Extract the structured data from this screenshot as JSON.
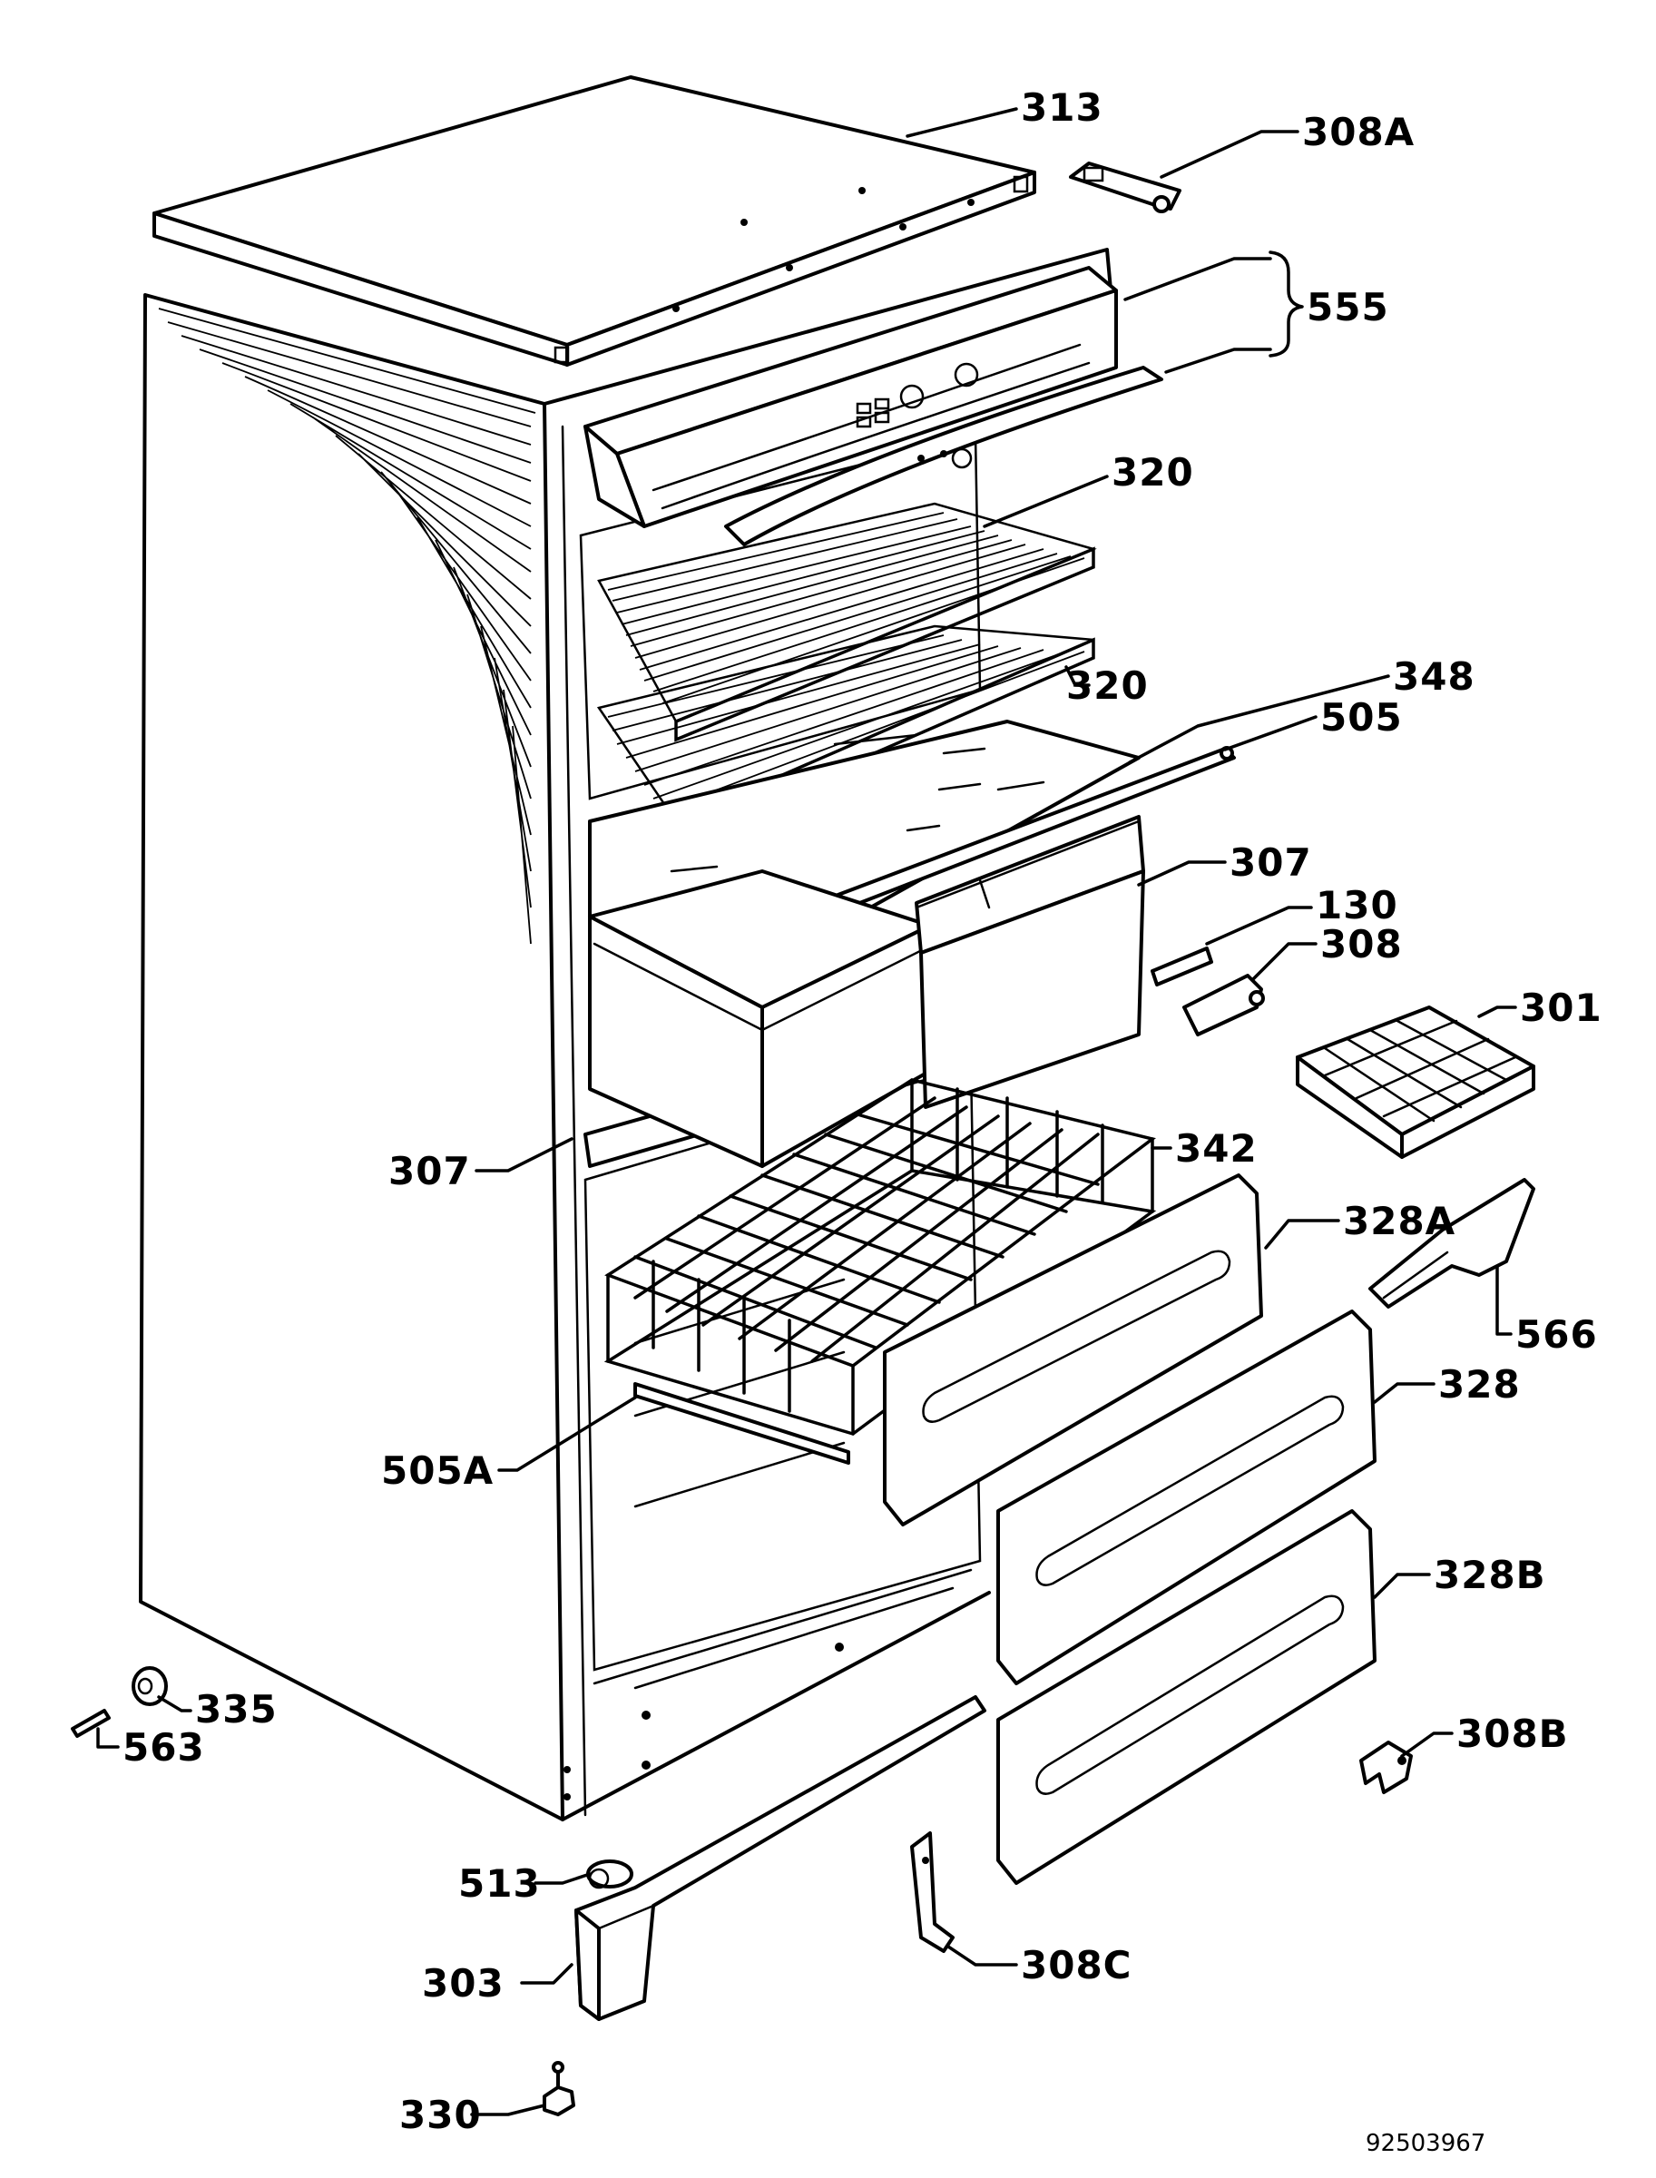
{
  "labels": {
    "p313": "313",
    "p308A": "308A",
    "p555": "555",
    "p320_top": "320",
    "p320_bottom": "320",
    "p348": "348",
    "p505": "505",
    "p307_right": "307",
    "p130": "130",
    "p308": "308",
    "p301": "301",
    "p307_left": "307",
    "p342": "342",
    "p328A": "328A",
    "p566": "566",
    "p328": "328",
    "p505A": "505A",
    "p328B": "328B",
    "p335": "335",
    "p563": "563",
    "p308B": "308B",
    "p513": "513",
    "p308C": "308C",
    "p303": "303",
    "p330": "330"
  },
  "drawing_number": "92503967"
}
